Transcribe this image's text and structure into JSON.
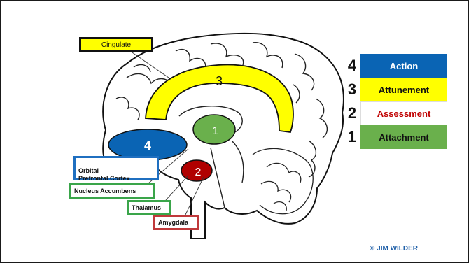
{
  "brain_regions": {
    "cingulate": "Cingulate",
    "orbital_prefrontal_cortex": "Orbital\nPrefrontal Cortex",
    "nucleus_accumbens": "Nucleus Accumbens",
    "thalamus": "Thalamus",
    "amygdala": "Amygdala"
  },
  "region_numbers": {
    "cingulate": "3",
    "orbital_prefrontal_cortex": "4",
    "thalamus": "1",
    "amygdala": "2"
  },
  "legend": [
    {
      "number": "4",
      "label": "Action",
      "bg": "#0a64b4",
      "color": "#ffffff"
    },
    {
      "number": "3",
      "label": "Attunement",
      "bg": "#ffff00",
      "color": "#111111"
    },
    {
      "number": "2",
      "label": "Assessment",
      "bg": "#ffffff",
      "color": "#c00000"
    },
    {
      "number": "1",
      "label": "Attachment",
      "bg": "#6ab04c",
      "color": "#111111"
    }
  ],
  "copyright": "© JIM WILDER",
  "colors": {
    "action_blue": "#0a64b4",
    "attunement_yellow": "#ffff00",
    "assessment_red": "#c00000",
    "attachment_green": "#6ab04c",
    "nucleus_box": "#3aa54a",
    "orbital_box": "#1f6fc0",
    "amygdala_box": "#c0393b"
  }
}
